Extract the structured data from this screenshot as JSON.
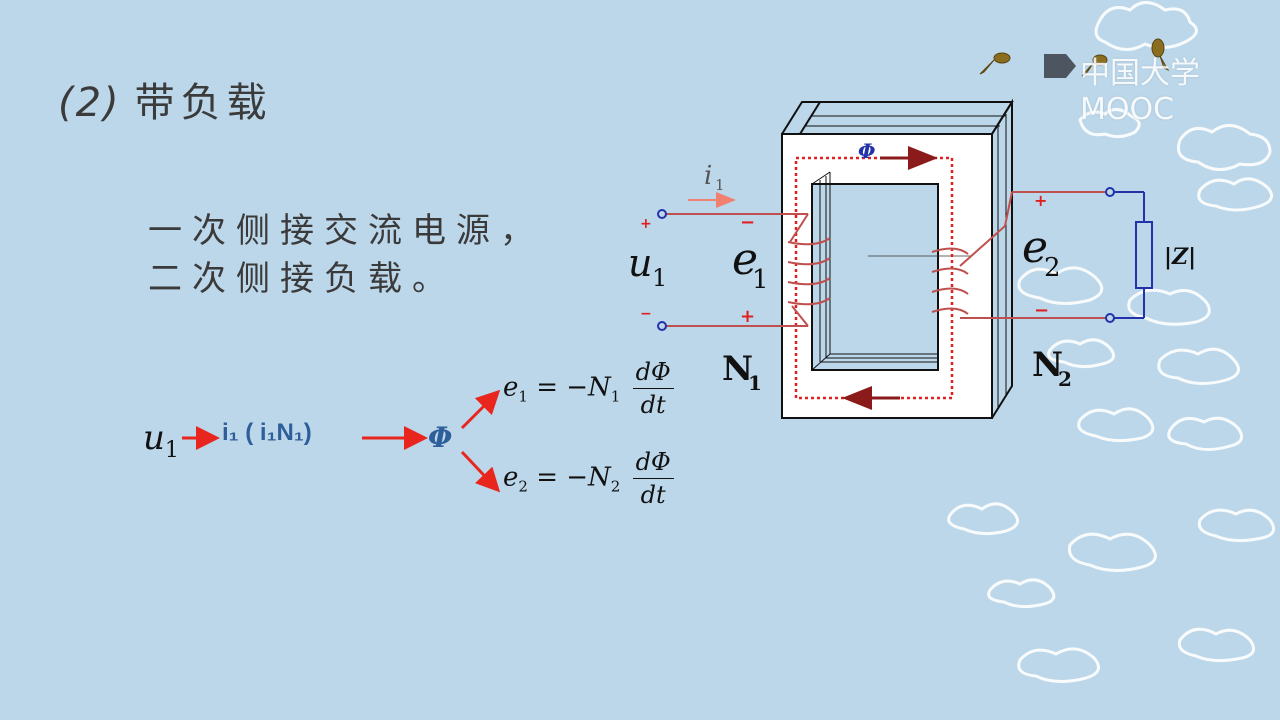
{
  "slide": {
    "title_num": "(2)",
    "title_text": "带负载",
    "desc_line1": "一次侧接交流电源，",
    "desc_line2": "二次侧接负载。"
  },
  "watermark": {
    "text": "中国大学MOOC"
  },
  "chain": {
    "u_sym": "u",
    "u_sub": "1",
    "i_expr": "i₁ ( i₁N₁)",
    "phi": "Φ"
  },
  "equations": {
    "e1_lhs": "e",
    "e1_sub": "1",
    "e1_rhs": "= −N",
    "e1_nsub": "1",
    "e2_lhs": "e",
    "e2_sub": "2",
    "e2_rhs": "= −N",
    "e2_nsub": "2",
    "frac_num": "dΦ",
    "frac_den": "dt"
  },
  "diagram": {
    "i1_label": "i",
    "i1_sub": "1",
    "u1_label": "u",
    "u1_sub": "1",
    "e1_label": "e",
    "e1_sub": "1",
    "e2_label": "e",
    "e2_sub": "2",
    "N1_label": "N",
    "N1_sub": "1",
    "N2_label": "N",
    "N2_sub": "2",
    "phi_label": "Φ",
    "z_label": "|Z|",
    "plus": "+",
    "minus": "−",
    "colors": {
      "coil": "#c0504d",
      "flux": "#e02020",
      "arrow": "#8b1a1a",
      "load": "#2233aa"
    }
  }
}
